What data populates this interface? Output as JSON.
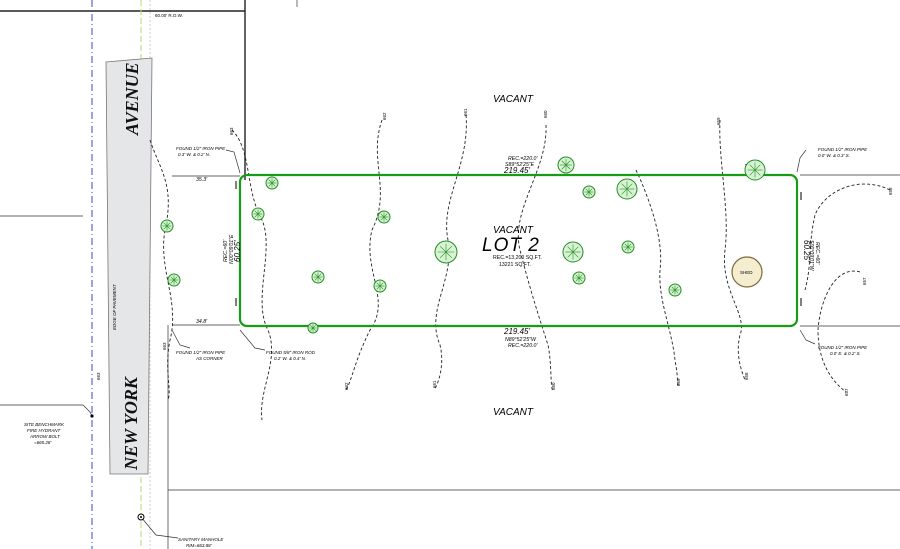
{
  "areas": {
    "vacant_north": "VACANT",
    "vacant_center": "VACANT",
    "vacant_south": "VACANT"
  },
  "lot": {
    "title": "LOT 2",
    "rec_area": "REC.=13,200 SQ.FT.",
    "area": "13221 SQ.FT."
  },
  "road": {
    "name_1": "NEW YORK",
    "name_2": "AVENUE",
    "row_width": "60.00' R.O.W.",
    "edge_label": "EDGE OF PAVEMENT"
  },
  "dimensions": {
    "north_length": "219.45'",
    "north_rec": "REC.=220.0'",
    "north_bearing": "S89°52'25\"E",
    "south_length": "219.45'",
    "south_bearing": "N89°52'25\"W",
    "south_rec": "REC.=220.0'",
    "west_length": "60.25'",
    "west_rec": "REC.=60'",
    "west_bearing": "N00°09'01\"E",
    "east_length": "60.25'",
    "east_bearing": "S00°09'01\"W",
    "east_rec": "REC.=60'",
    "offset_north": "35.3'",
    "offset_south": "34.8'"
  },
  "callouts": {
    "nw_pipe_1": "FOUND 1/2\" IRON PIPE",
    "nw_pipe_2": "0.3' W. & 0.2' N.",
    "ne_pipe_1": "FOUND 1/2\" IRON PIPE",
    "ne_pipe_2": "0.0' W. & 0.3' S.",
    "sw_pipe_1": "FOUND 1/2\" IRON PIPE",
    "sw_pipe_2": "AS CORNER",
    "sw_rod_1": "FOUND 5/8\" IRON ROD",
    "sw_rod_2": "0.2' W. & 0.4' N.",
    "se_pipe_1": "FOUND 1/2\" IRON PIPE",
    "se_pipe_2": "0.0' E. & 0.2' S.",
    "benchmark_1": "SITE BENCHMARK",
    "benchmark_2": "FIRE HYDRANT",
    "benchmark_3": "ARROW BOLT",
    "benchmark_4": "=665.28'",
    "manhole_1": "SANITARY MANHOLE",
    "manhole_2": "RIM=663.88'"
  },
  "structures": {
    "shed": "SHED"
  },
  "contour_labels": [
    "663",
    "663",
    "663",
    "662",
    "661",
    "660",
    "659",
    "659",
    "658",
    "658",
    "657",
    "657",
    "662",
    "661",
    "660"
  ],
  "colors": {
    "lot_line": "#169c16",
    "tree_fill": "#d9f2d5",
    "tree_stroke": "#1f8f1f",
    "road_fill": "#e4e6e8",
    "shed_fill": "#f5edcf",
    "shed_stroke": "#7a6a3a"
  },
  "icons": {
    "tree": "tree-canopy-icon",
    "manhole": "manhole-icon",
    "shed": "shed-icon"
  }
}
